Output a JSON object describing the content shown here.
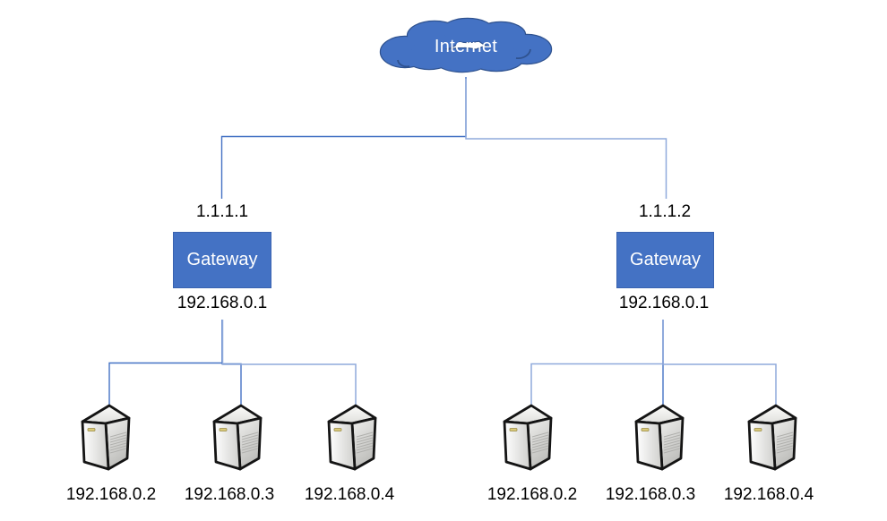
{
  "diagram": {
    "cloud": {
      "label": "Internet",
      "icon": "cloud-icon"
    },
    "gateways": [
      {
        "wan_ip": "1.1.1.1",
        "label": "Gateway",
        "lan_ip": "192.168.0.1",
        "servers": [
          {
            "ip": "192.168.0.2",
            "icon": "server-tower-icon"
          },
          {
            "ip": "192.168.0.3",
            "icon": "server-tower-icon"
          },
          {
            "ip": "192.168.0.4",
            "icon": "server-tower-icon"
          }
        ]
      },
      {
        "wan_ip": "1.1.1.2",
        "label": "Gateway",
        "lan_ip": "192.168.0.1",
        "servers": [
          {
            "ip": "192.168.0.2",
            "icon": "server-tower-icon"
          },
          {
            "ip": "192.168.0.3",
            "icon": "server-tower-icon"
          },
          {
            "ip": "192.168.0.4",
            "icon": "server-tower-icon"
          }
        ]
      }
    ],
    "colors": {
      "node_fill": "#4472C4",
      "node_outline": "#2F528F",
      "connector": "#4472C4",
      "connector_light": "#8FAADC",
      "node_text": "#FFFFFF",
      "label_text": "#000000"
    }
  }
}
